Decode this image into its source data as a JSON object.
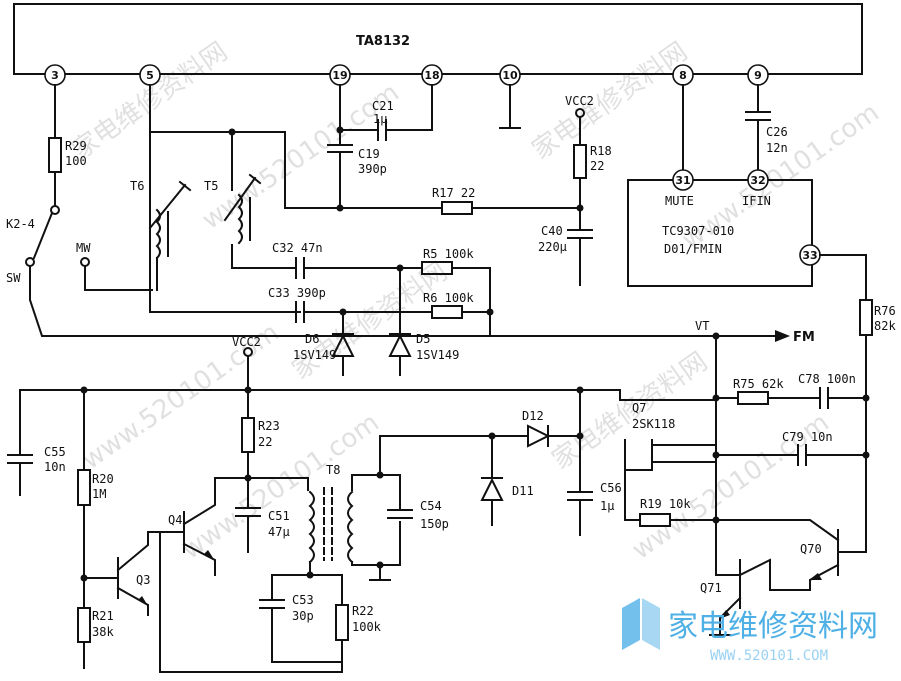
{
  "ic": {
    "name": "TA8132",
    "pins": [
      "3",
      "5",
      "19",
      "18",
      "10",
      "8",
      "9"
    ]
  },
  "module": {
    "line1": "TC9307-010",
    "line2": "D01/FMIN",
    "pins": [
      "31",
      "32",
      "33"
    ],
    "mute": "MUTE",
    "ifin": "IFIN"
  },
  "labels": {
    "r29": "R29",
    "r29v": "100",
    "k24": "K2-4",
    "sw": "SW",
    "mw": "MW",
    "t6": "T6",
    "t5": "T5",
    "c21": "C21",
    "c21v": "1μ",
    "c19": "C19",
    "c19v": "390p",
    "r17": "R17 22",
    "vcc2a": "VCC2",
    "r18": "R18",
    "r18v": "22",
    "c40": "C40",
    "c40v": "220μ",
    "c26": "C26",
    "c26v": "12n",
    "c32": "C32 47n",
    "c33": "C33 390p",
    "r5": "R5 100k",
    "r6": "R6 100k",
    "d6": "D6",
    "d6v": "1SV149",
    "d5": "D5",
    "d5v": "1SV149",
    "vt": "VT",
    "fm": "FM",
    "r76": "R76",
    "r76v": "82k",
    "vcc2b": "VCC2",
    "r75": "R75 62k",
    "c78": "C78 100n",
    "c79": "C79 10n",
    "r23": "R23",
    "r23v": "22",
    "d12": "D12",
    "q7": "Q7",
    "q7v": "2SK118",
    "c55": "C55",
    "c55v": "10n",
    "r20": "R20",
    "r20v": "1M",
    "t8": "T8",
    "c51": "C51",
    "c51v": "47μ",
    "c54": "C54",
    "c54v": "150p",
    "d11": "D11",
    "c56": "C56",
    "c56v": "1μ",
    "r19": "R19 10k",
    "q4": "Q4",
    "q3": "Q3",
    "q70": "Q70",
    "q71": "Q71",
    "r21": "R21",
    "r21v": "38k",
    "c53": "C53",
    "c53v": "30p",
    "r22": "R22",
    "r22v": "100k"
  },
  "watermark": {
    "text": "家电维修资料网",
    "site": "www.520101.com",
    "logo": "家电维修资料网",
    "logo_url": "WWW.520101.COM"
  }
}
